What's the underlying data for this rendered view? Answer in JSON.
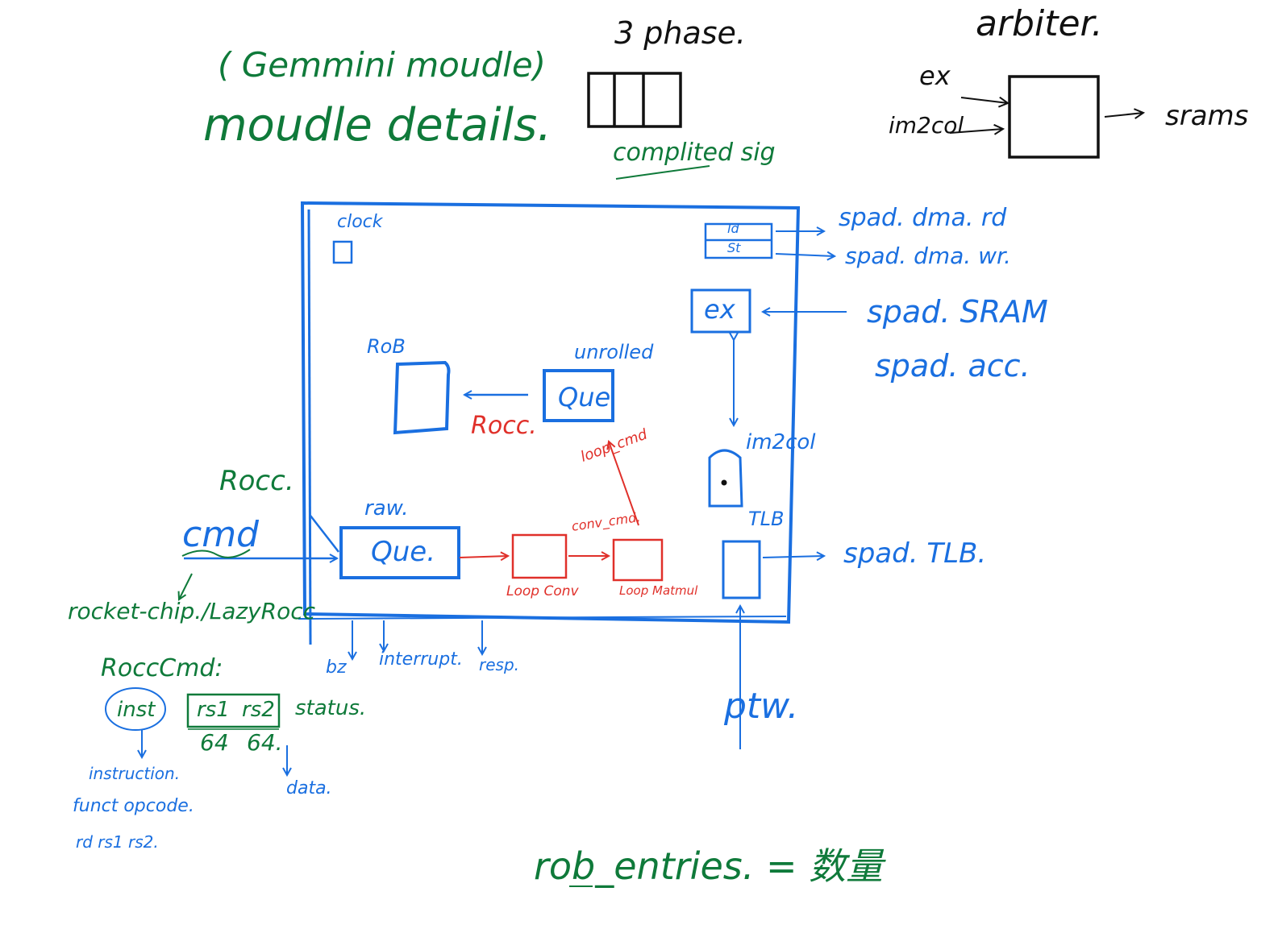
{
  "colors": {
    "green": "#0f7a3a",
    "blue": "#1a6fe0",
    "red": "#e0302a",
    "black": "#111111"
  },
  "header": {
    "title_line1": "( Gemmini moudle)",
    "title_line2": "moudle details."
  },
  "three_phase": {
    "label": "3 phase.",
    "caption": "complited  sig"
  },
  "arbiter": {
    "label": "arbiter.",
    "input_ex": "ex",
    "input_im2col": "im2col",
    "output": "srams"
  },
  "module": {
    "clock": "clock",
    "rob": "RoB",
    "unrolled": "unrolled",
    "unrolled_queue": "Que",
    "rocc_red": "Rocc.",
    "loop_cmd": "loop_cmd",
    "raw": "raw.",
    "raw_queue": "Que.",
    "conv_cmd": "conv_cmd.",
    "loop_conv": "Loop Conv",
    "loop_matmul": "Loop Matmul",
    "ld": "ld",
    "st": "St",
    "ex": "ex",
    "im2col": "im2col",
    "tlb": "TLB"
  },
  "external": {
    "spad_dma_rd": "spad. dma. rd",
    "spad_dma_wr": "spad. dma. wr.",
    "spad_sram": "spad. SRAM",
    "spad_acc": "spad. acc.",
    "spad_tlb": "spad. TLB.",
    "ptw": "ptw."
  },
  "inputs": {
    "rocc": "Rocc.",
    "cmd": "cmd",
    "rocket_chip": "rocket-chip./LazyRocc"
  },
  "outputs": {
    "bz": "bz",
    "interrupt": "interrupt.",
    "resp": "resp."
  },
  "rocc_cmd": {
    "label": "RoccCmd:",
    "inst": "inst",
    "rs1": "rs1",
    "rs2": "rs2",
    "status": "status.",
    "width1": "64",
    "width2": "64.",
    "data": "data.",
    "instruction": "instruction.",
    "funct_opcode": "funct opcode.",
    "regs": "rd  rs1  rs2."
  },
  "footer": {
    "rob_entries": "rob_entries. = 数量"
  }
}
